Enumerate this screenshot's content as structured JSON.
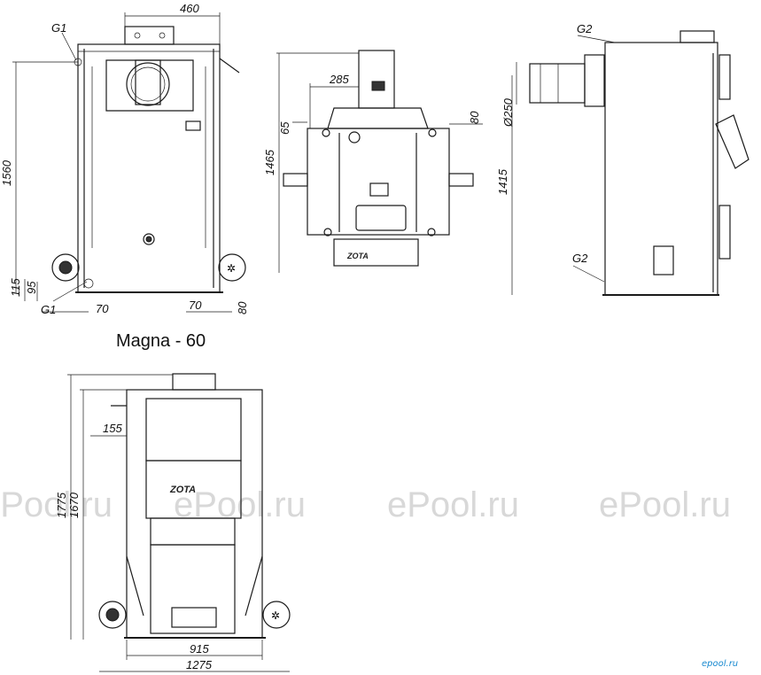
{
  "title": "Magna - 60",
  "watermark": "ePool.ru",
  "brand_corner": "epool.ru",
  "logo": "ZOTA",
  "views": {
    "front": {
      "labels": {
        "g1_top": "G1",
        "g1_bottom": "G1"
      },
      "dims": {
        "top_width": "460",
        "height": "1560",
        "d115": "115",
        "d95": "95",
        "d70_left": "70",
        "d70_right": "70",
        "d80": "80"
      }
    },
    "top": {
      "dims": {
        "height": "1465",
        "d285": "285",
        "d65": "65",
        "d80": "80"
      }
    },
    "side": {
      "labels": {
        "g2_top": "G2",
        "g2_bottom": "G2"
      },
      "dims": {
        "height": "1415",
        "diameter": "Ø250"
      }
    },
    "rear": {
      "dims": {
        "h1775": "1775",
        "h1670": "1670",
        "d155": "155",
        "w915": "915",
        "w1275": "1275"
      }
    }
  }
}
